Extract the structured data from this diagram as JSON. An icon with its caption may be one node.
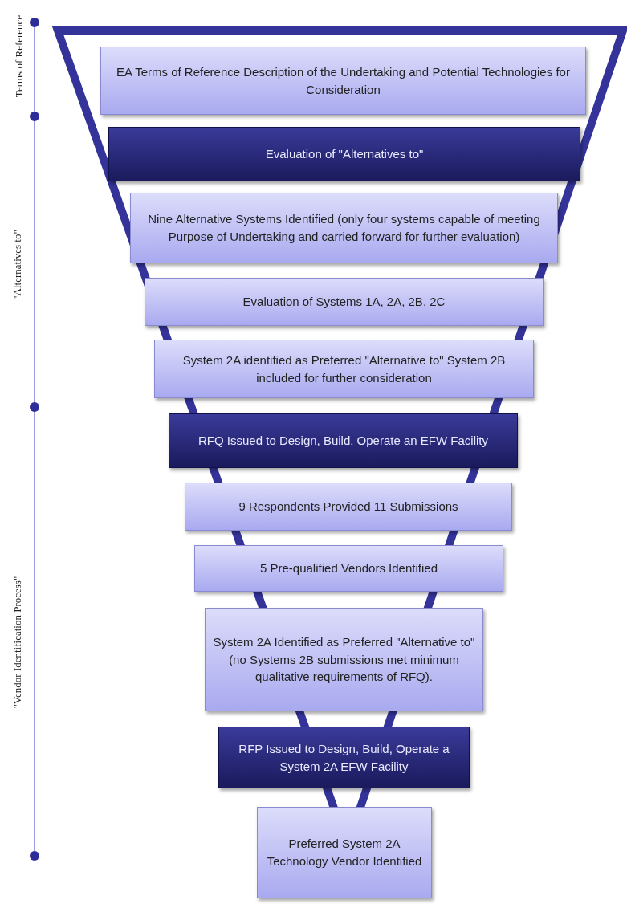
{
  "diagram": {
    "nodes": [
      {
        "text": [
          "EA Terms of Reference Description of the Undertaking and Potential Technologies for Consideration"
        ]
      },
      {
        "text": [
          "Evaluation of \"Alternatives to\""
        ]
      },
      {
        "text": [
          "Nine Alternative Systems Identified (only four systems capable of meeting Purpose of Undertaking and carried forward for further evaluation)"
        ]
      },
      {
        "text": [
          "Evaluation of Systems 1A, 2A, 2B, 2C"
        ]
      },
      {
        "text": [
          "System 2A identified as Preferred \"Alternative to\" System 2B  included for further consideration"
        ]
      },
      {
        "text": [
          "RFQ Issued to Design, Build, Operate an EFW Facility"
        ]
      },
      {
        "text": [
          "9 Respondents Provided 11  Submissions"
        ]
      },
      {
        "text": [
          "5 Pre-qualified Vendors Identified"
        ]
      },
      {
        "text": [
          "System 2A Identified as Preferred \"Alternative to\"  (no Systems 2B submissions met minimum qualitative requirements of RFQ)."
        ]
      },
      {
        "text": [
          "RFP Issued to Design, Build, Operate a System 2A EFW Facility"
        ]
      },
      {
        "text": [
          "Preferred  System 2A Technology Vendor Identified"
        ]
      }
    ],
    "edges": [],
    "labels": [
      "Terms of Reference",
      "\"Alternatives to\"",
      "\"Vendor Identification Process\""
    ]
  }
}
